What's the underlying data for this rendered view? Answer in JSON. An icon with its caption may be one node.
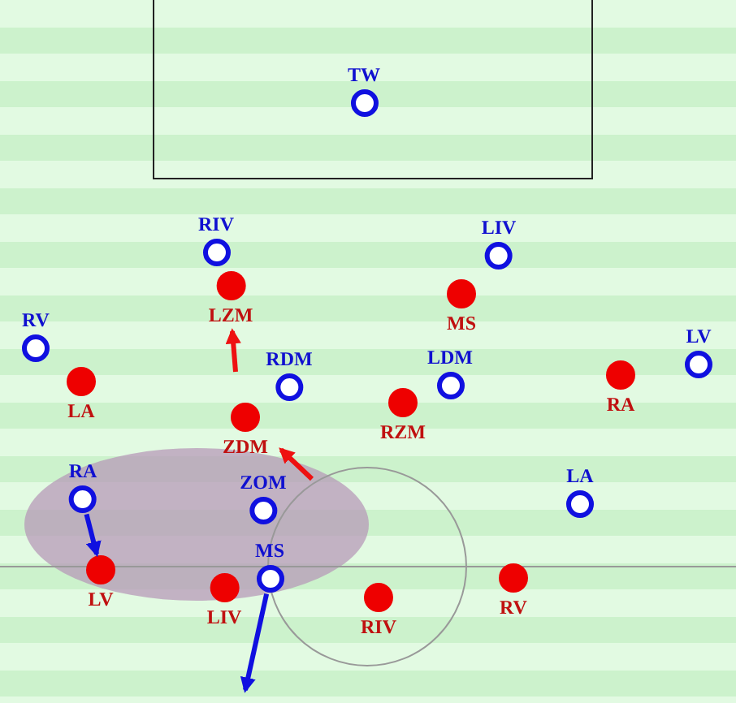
{
  "diagram": {
    "nodes": [
      {
        "text": [
          "TW"
        ]
      },
      {
        "text": [
          "RIV"
        ]
      },
      {
        "text": [
          "LIV"
        ]
      },
      {
        "text": [
          "LZM"
        ]
      },
      {
        "text": [
          "MS"
        ]
      },
      {
        "text": [
          "RV"
        ]
      },
      {
        "text": [
          "LV"
        ]
      },
      {
        "text": [
          "RA"
        ]
      },
      {
        "text": [
          "LA"
        ]
      },
      {
        "text": [
          "RDM"
        ]
      },
      {
        "text": [
          "LDM"
        ]
      },
      {
        "text": [
          "RZM"
        ]
      },
      {
        "text": [
          "ZDM"
        ]
      },
      {
        "text": [
          "RA"
        ]
      },
      {
        "text": [
          "LA"
        ]
      },
      {
        "text": [
          "ZOM"
        ]
      },
      {
        "text": [
          "LV"
        ]
      },
      {
        "text": [
          "MS"
        ]
      },
      {
        "text": [
          "RV"
        ]
      },
      {
        "text": [
          "LIV"
        ]
      },
      {
        "text": [
          "RIV"
        ]
      }
    ],
    "edges": [
      {
        "from": 13,
        "to": 16,
        "arrow": "to",
        "color": "#1010e0"
      },
      {
        "from": 17,
        "to": null,
        "arrow": "to",
        "color": "#1010e0"
      },
      {
        "from": null,
        "to": 3,
        "arrow": "to",
        "color": "#ee1111"
      },
      {
        "from": null,
        "to": 12,
        "arrow": "to",
        "color": "#ee1111"
      }
    ]
  }
}
